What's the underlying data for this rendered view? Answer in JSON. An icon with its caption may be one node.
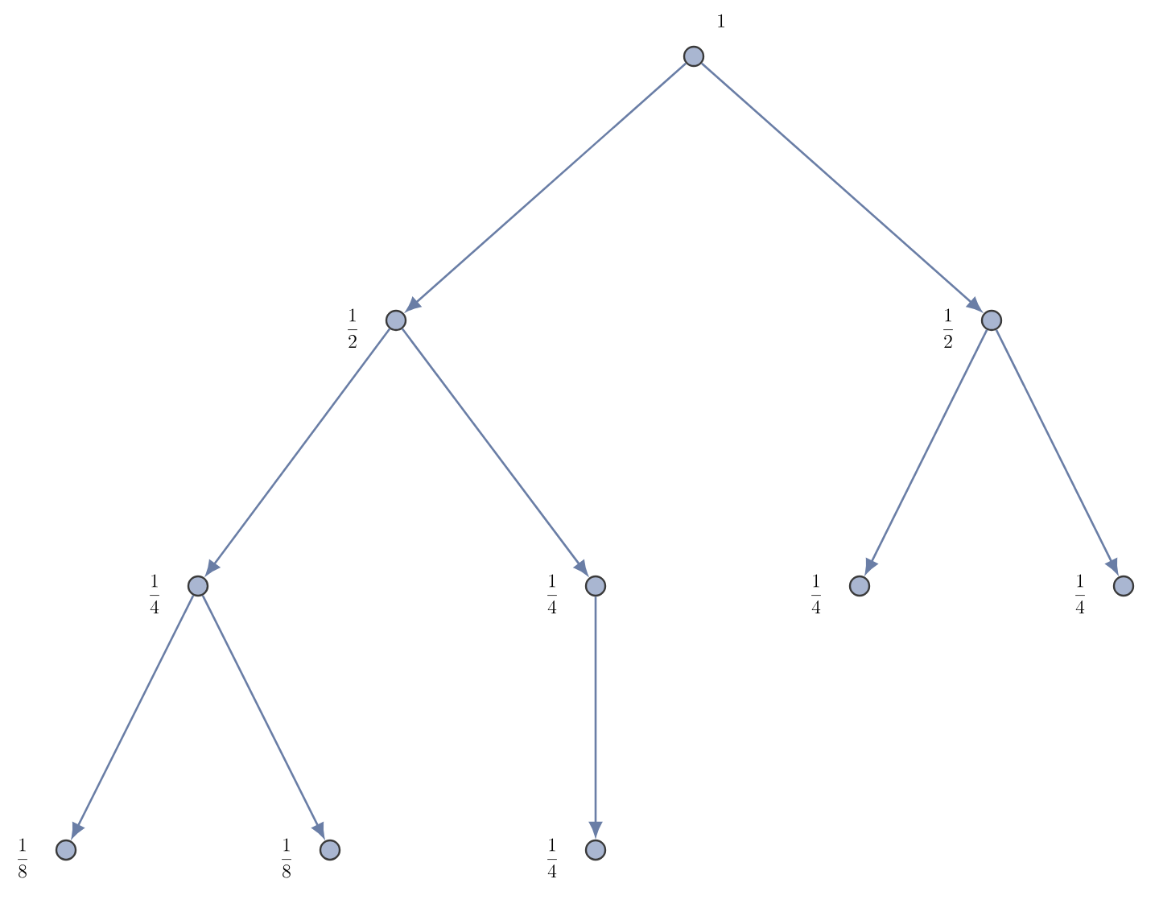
{
  "diagram": {
    "nodes": [
      {
        "text": [],
        "shape": "circle",
        "beside": [
          "1"
        ]
      },
      {
        "text": [],
        "shape": "circle",
        "beside": [
          "\\frac{1}{2}"
        ]
      },
      {
        "text": [],
        "shape": "circle",
        "beside": [
          "\\frac{1}{2}"
        ]
      },
      {
        "text": [],
        "shape": "circle",
        "beside": [
          "\\frac{1}{4}"
        ]
      },
      {
        "text": [],
        "shape": "circle",
        "beside": [
          "\\frac{1}{4}"
        ]
      },
      {
        "text": [],
        "shape": "circle",
        "beside": [
          "\\frac{1}{4}"
        ]
      },
      {
        "text": [],
        "shape": "circle",
        "beside": [
          "\\frac{1}{4}"
        ]
      },
      {
        "text": [],
        "shape": "circle",
        "beside": [
          "\\frac{1}{8}"
        ]
      },
      {
        "text": [],
        "shape": "circle",
        "beside": [
          "\\frac{1}{8}"
        ]
      },
      {
        "text": [],
        "shape": "circle",
        "beside": [
          "\\frac{1}{4}"
        ]
      }
    ],
    "edges": [
      {
        "from": 0,
        "to": 1,
        "arrow": "to"
      },
      {
        "from": 0,
        "to": 2,
        "arrow": "to"
      },
      {
        "from": 1,
        "to": 3,
        "arrow": "to"
      },
      {
        "from": 1,
        "to": 4,
        "arrow": "to"
      },
      {
        "from": 2,
        "to": 5,
        "arrow": "to"
      },
      {
        "from": 2,
        "to": 6,
        "arrow": "to"
      },
      {
        "from": 3,
        "to": 7,
        "arrow": "to"
      },
      {
        "from": 3,
        "to": 8,
        "arrow": "to"
      },
      {
        "from": 4,
        "to": 9,
        "arrow": "to"
      }
    ]
  }
}
